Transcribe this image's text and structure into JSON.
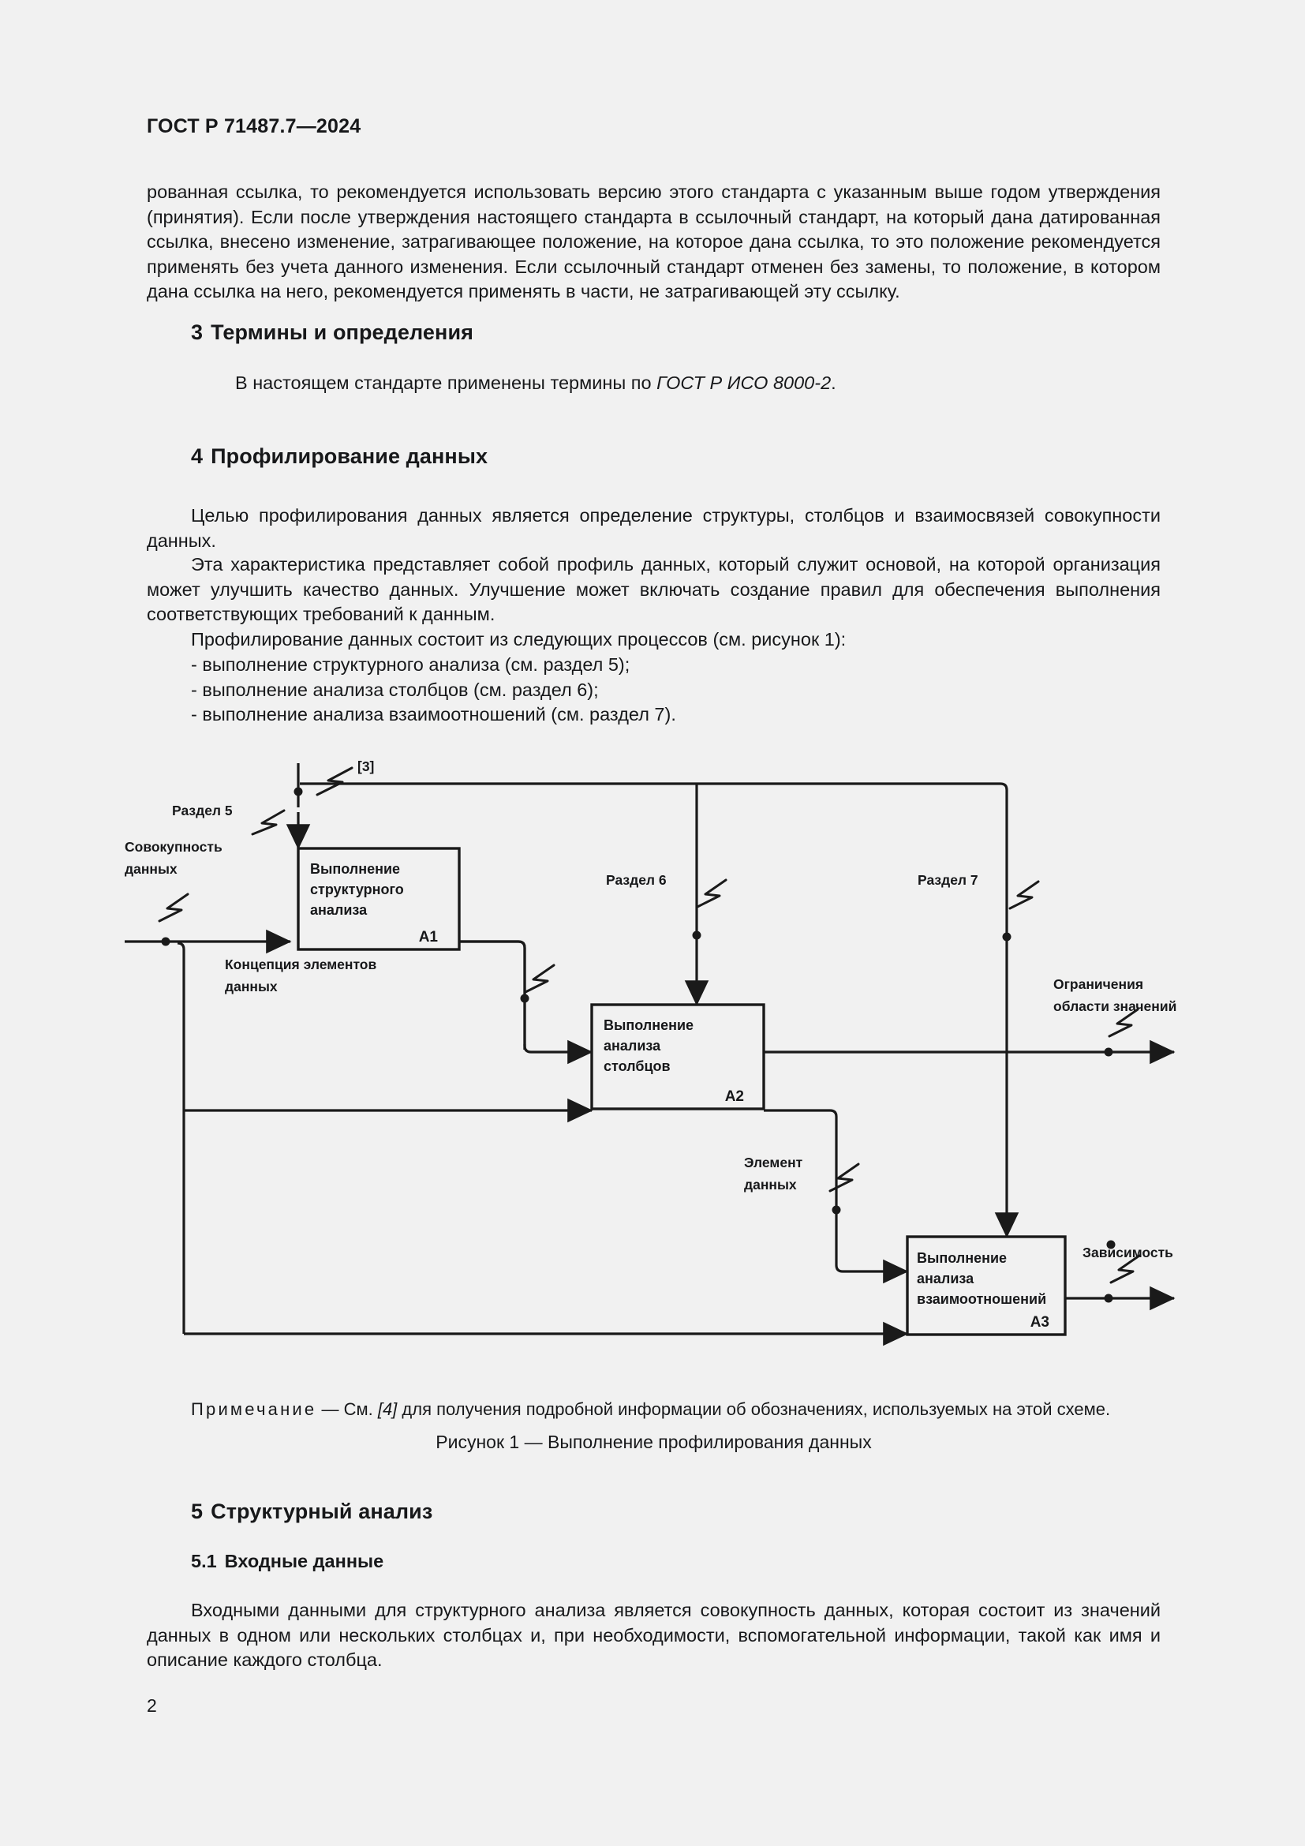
{
  "document": {
    "running_head": "ГОСТ Р 71487.7—2024",
    "page_number": "2"
  },
  "intro_paragraph": "рованная ссылка, то рекомендуется использовать версию этого стандарта с указанным выше годом утверждения (принятия). Если после утверждения настоящего стандарта в ссылочный стандарт, на который дана датированная ссылка, внесено изменение, затрагивающее положение, на которое дана ссылка, то это положение рекомендуется применять без учета данного изменения. Если ссылочный стандарт отменен без замены, то положение, в котором дана ссылка на него, рекомендуется применять в части, не затрагивающей эту ссылку.",
  "section3": {
    "number": "3",
    "title": "Термины и определения",
    "text_before": "В настоящем стандарте применены термины по ",
    "reference": "ГОСТ Р ИСО 8000-2",
    "text_after": "."
  },
  "section4": {
    "number": "4",
    "title": "Профилирование данных",
    "paragraph1": "Целью профилирования данных является определение структуры, столбцов и взаимосвязей совокупности данных.",
    "paragraph2": "Эта характеристика представляет собой профиль данных, который служит основой, на которой организация может улучшить качество данных. Улучшение может включать создание правил для обеспечения выполнения соответствующих требований к данным.",
    "paragraph3": "Профилирование данных состоит из следующих процессов (см. рисунок 1):",
    "list": [
      "- выполнение структурного анализа (см. раздел 5);",
      "- выполнение анализа столбцов (см. раздел 6);",
      "- выполнение анализа взаимоотношений (см. раздел 7)."
    ]
  },
  "figure": {
    "note_label": "Примечание",
    "note_dash": " — ",
    "note_text_before": "См. ",
    "note_reference": "[4]",
    "note_text_after": " для получения подробной информации об обозначениях, используемых на этой схеме.",
    "caption": "Рисунок 1 — Выполнение профилирования данных",
    "boxes": [
      {
        "id": "A1",
        "lines": [
          "Выполнение",
          "структурного",
          "анализа"
        ]
      },
      {
        "id": "A2",
        "lines": [
          "Выполнение",
          "анализа",
          "столбцов"
        ]
      },
      {
        "id": "A3",
        "lines": [
          "Выполнение",
          "анализа",
          "взаимоотношений"
        ]
      }
    ],
    "labels": {
      "ref3": "[3]",
      "razdel5": "Раздел 5",
      "razdel6": "Раздел 6",
      "razdel7": "Раздел 7",
      "input_line1": "Совокупность",
      "input_line2": "данных",
      "concept_line1": "Концепция элементов",
      "concept_line2": "данных",
      "element_line1": "Элемент",
      "element_line2": "данных",
      "constraints_line1": "Ограничения",
      "constraints_line2": "области значений",
      "dependency": "Зависимость"
    }
  },
  "section5": {
    "number": "5",
    "title": "Структурный анализ",
    "sub_number": "5.1",
    "sub_title": "Входные данные",
    "paragraph": "Входными данными для структурного анализа является совокупность данных, которая состоит из значений данных в одном или нескольких столбцах и, при необходимости, вспомогательной информа&shy;ции, такой как имя и описание каждого столбца."
  },
  "colors": {
    "page_background": "#f1f1f1",
    "text": "#17181a",
    "stroke": "#1a1a1a"
  }
}
